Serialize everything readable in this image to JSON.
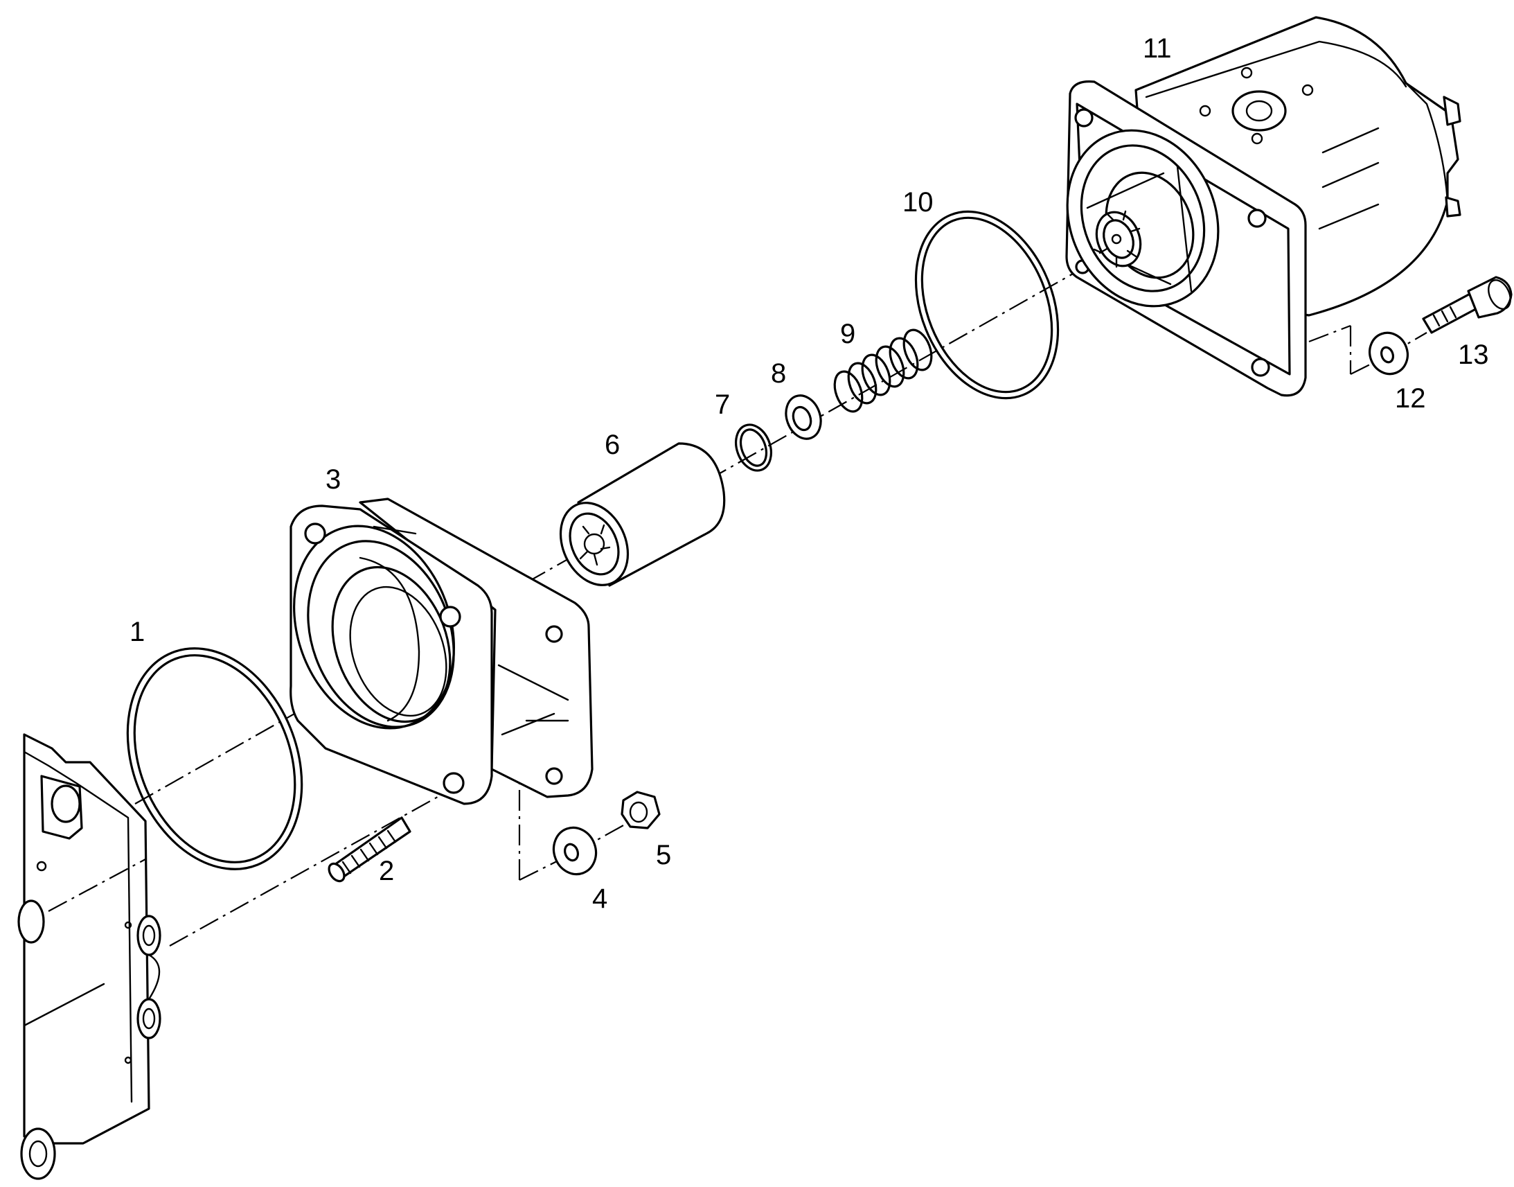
{
  "callouts": [
    {
      "id": "1",
      "label": "1"
    },
    {
      "id": "2",
      "label": "2"
    },
    {
      "id": "3",
      "label": "3"
    },
    {
      "id": "4",
      "label": "4"
    },
    {
      "id": "5",
      "label": "5"
    },
    {
      "id": "6",
      "label": "6"
    },
    {
      "id": "7",
      "label": "7"
    },
    {
      "id": "8",
      "label": "8"
    },
    {
      "id": "9",
      "label": "9"
    },
    {
      "id": "10",
      "label": "10"
    },
    {
      "id": "11",
      "label": "11"
    },
    {
      "id": "12",
      "label": "12"
    },
    {
      "id": "13",
      "label": "13"
    }
  ],
  "colors": {
    "line": "#000000",
    "background": "#ffffff"
  }
}
